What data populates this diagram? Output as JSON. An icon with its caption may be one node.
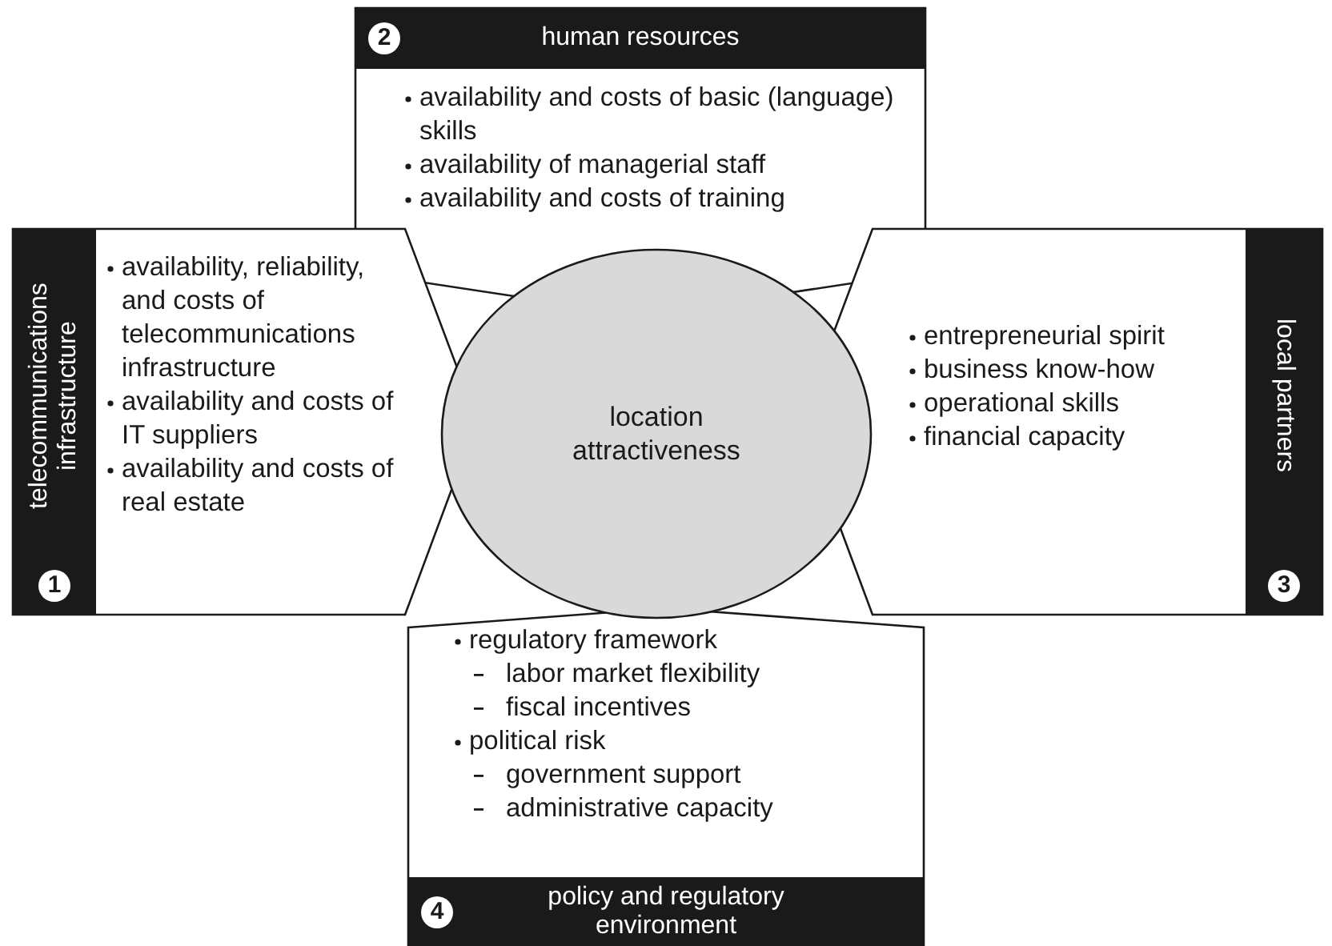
{
  "diagram": {
    "nodes": [
      {
        "text": [
          "2",
          "human resources",
          "availability and costs of basic (language) skills",
          "availability of managerial staff",
          "availability and costs of training"
        ]
      },
      {
        "text": [
          "1",
          "telecommunications infrastructure",
          "availability, reliability, and costs of telecommunications infrastructure",
          "availability and costs of IT suppliers",
          "availability and costs of real estate"
        ]
      },
      {
        "text": [
          "location attractiveness"
        ]
      },
      {
        "text": [
          "3",
          "local partners",
          "entrepreneurial spirit",
          "business know-how",
          "operational skills",
          "financial capacity"
        ]
      },
      {
        "text": [
          "regulatory framework",
          "labor market flexibility",
          "fiscal incentives",
          "political risk",
          "government support",
          "administrative capacity",
          "4",
          "policy and regulatory environment"
        ]
      }
    ]
  }
}
